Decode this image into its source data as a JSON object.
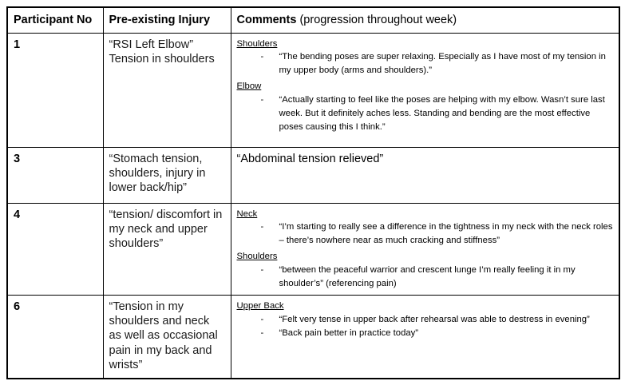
{
  "table": {
    "header": {
      "col1": "Participant No",
      "col2": "Pre-existing Injury",
      "col3_bold": "Comments",
      "col3_rest": " (progression throughout week)"
    },
    "rows": [
      {
        "participant": "1",
        "injury": [
          "“RSI Left Elbow”",
          "Tension in shoulders"
        ],
        "comments": {
          "sections": [
            {
              "heading": "Shoulders",
              "bullets": [
                "“The bending poses are super relaxing. Especially as I have most of my tension in my upper body (arms and shoulders).”"
              ]
            },
            {
              "heading": "Elbow",
              "bullets": [
                "“Actually starting to feel like the poses are helping with my elbow. Wasn’t sure last week. But it definitely aches less. Standing and bending are the most effective poses causing this I think.”"
              ]
            }
          ]
        }
      },
      {
        "participant": "3",
        "injury": [
          "“Stomach tension, shoulders, injury in lower back/hip”"
        ],
        "comments": {
          "plain": "“Abdominal tension relieved”"
        }
      },
      {
        "participant": "4",
        "injury": [
          "“tension/ discomfort in my neck and upper shoulders”"
        ],
        "comments": {
          "sections": [
            {
              "heading": "Neck",
              "bullets": [
                "“I’m starting to really see a difference in the tightness in my neck with the neck roles – there’s nowhere near as much cracking and stiffness”"
              ]
            },
            {
              "heading": "Shoulders",
              "bullets": [
                "“between the peaceful warrior and crescent lunge I’m really feeling it in my shoulder’s” (referencing pain)"
              ]
            }
          ]
        }
      },
      {
        "participant": "6",
        "injury": [
          "“Tension in my shoulders and neck as well as occasional pain in my back and wrists”"
        ],
        "comments": {
          "sections": [
            {
              "heading": "Upper Back",
              "bullets": [
                "“Felt very tense in upper back after rehearsal was able to destress in evening”",
                "“Back pain better in practice today”"
              ]
            }
          ]
        }
      }
    ]
  },
  "colors": {
    "border": "#000000",
    "text": "#000000",
    "background": "#ffffff"
  }
}
